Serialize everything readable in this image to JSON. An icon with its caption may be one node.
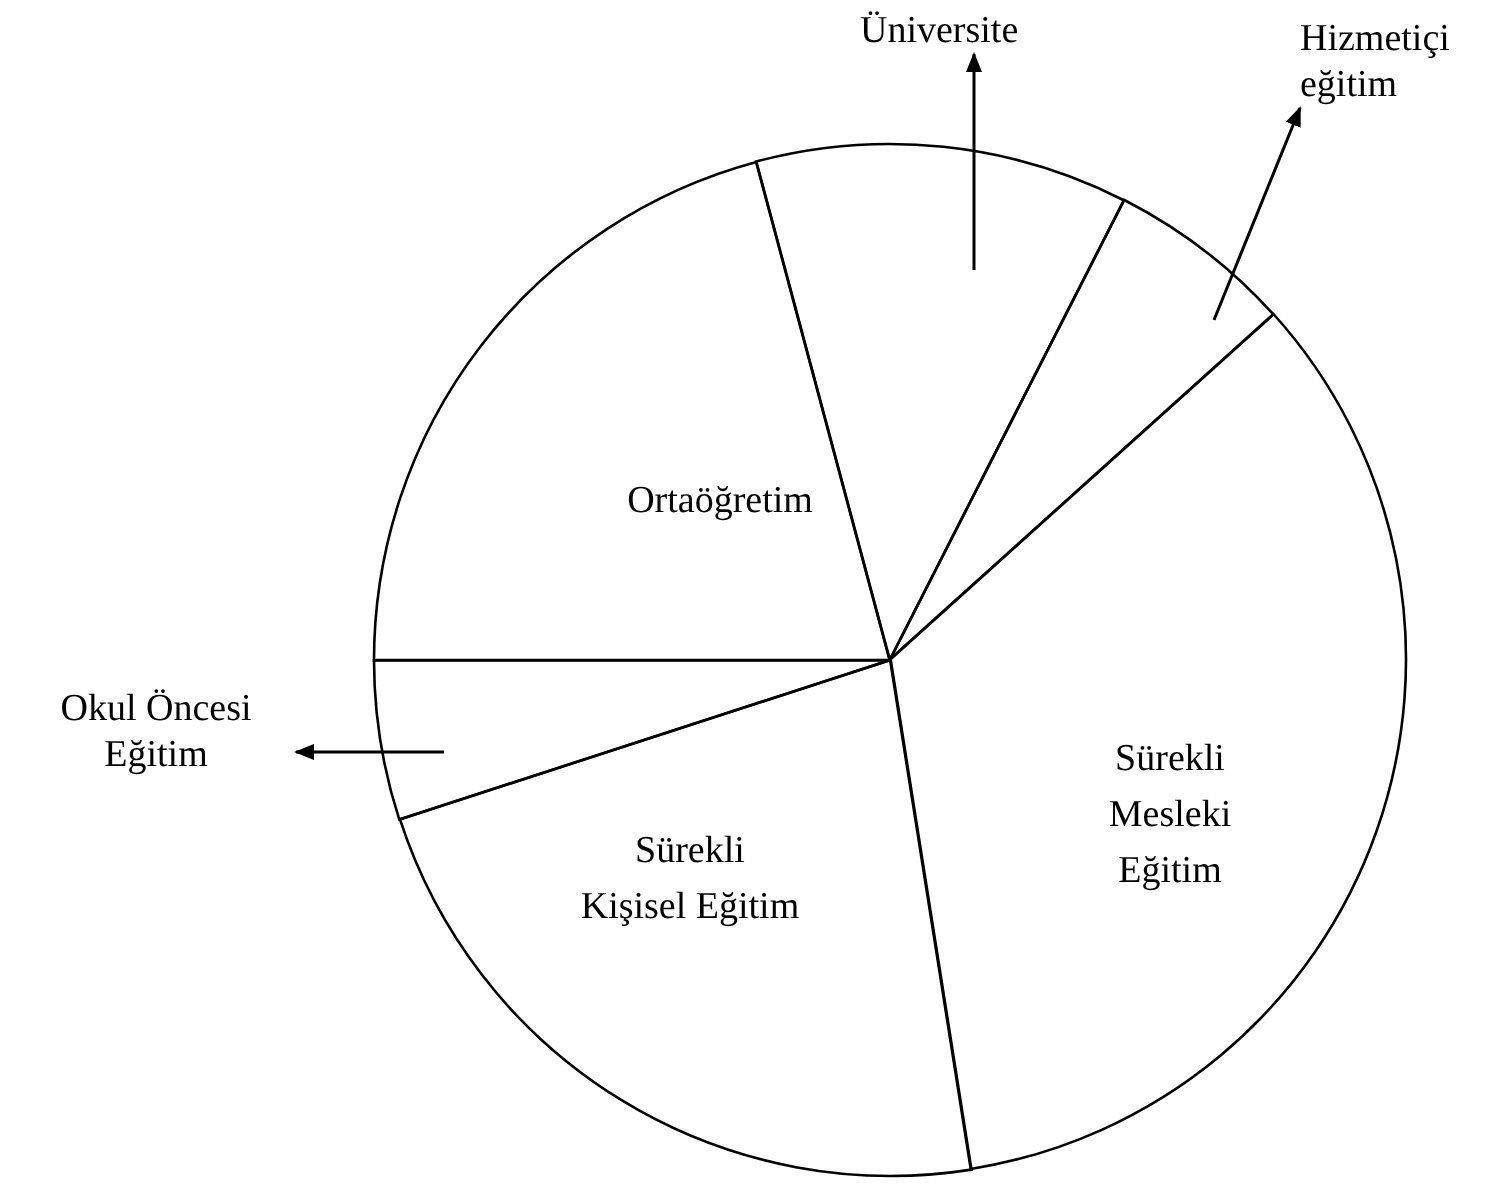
{
  "diagram": {
    "nodes": [
      {
        "text": [
          "Üniversite"
        ]
      },
      {
        "text": [
          "Hizmetiçi eğitim"
        ]
      },
      {
        "text": [
          "Ortaöğretim"
        ]
      },
      {
        "text": [],
        "shape": "slice"
      },
      {
        "text": [],
        "shape": "slice"
      },
      {
        "text": [
          "Okul Öncesi Eğitim"
        ]
      },
      {
        "text": [],
        "shape": "slice"
      },
      {
        "text": [
          "Sürekli Mesleki Eğitim"
        ]
      },
      {
        "text": [
          "Sürekli Kişisel Eğitim"
        ]
      }
    ],
    "edges": [
      {
        "from": 3,
        "to": 0,
        "arrow": "to"
      },
      {
        "from": 4,
        "to": 1,
        "arrow": "to"
      },
      {
        "from": 6,
        "to": 5,
        "arrow": "to"
      }
    ]
  }
}
